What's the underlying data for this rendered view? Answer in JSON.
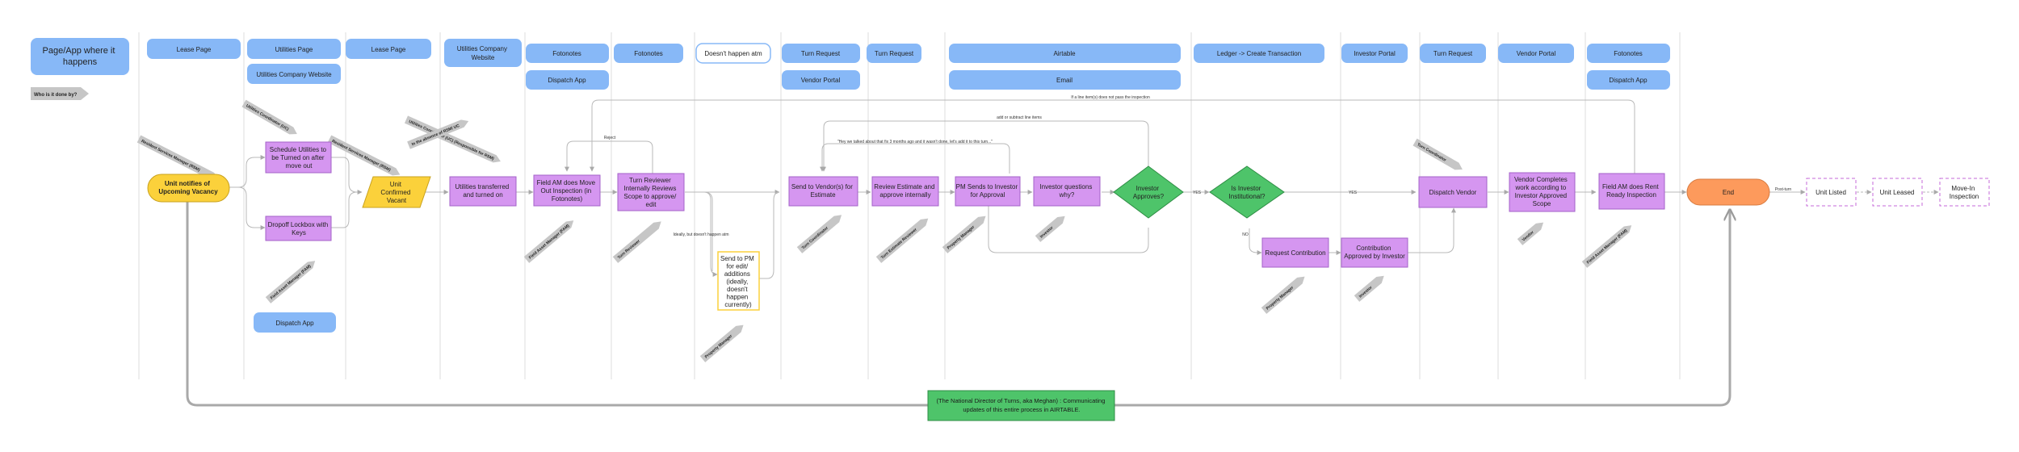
{
  "legend": {
    "header_box": [
      "Page/App where it",
      "happens"
    ],
    "tag": "Who is it done by?"
  },
  "top_boxes": {
    "lease_page_1": "Lease Page",
    "utilities_page": "Utilities Page",
    "utilities_company_website_1": "Utilities Company Website",
    "lease_page_2": "Lease Page",
    "utilities_company_website_2": [
      "Utilities Company",
      "Website"
    ],
    "fotonotes_1": "Fotonotes",
    "dispatch_app_1": "Dispatch App",
    "fotonotes_2": "Fotonotes",
    "doesnt_happen": "Doesn't happen atm",
    "turn_request_1": "Turn Request",
    "vendor_portal_1": "Vendor Portal",
    "turn_request_2": "Turn Request",
    "airtable": "Airtable",
    "email": "Email",
    "ledger": "Ledger -> Create Transaction",
    "investor_portal": "Investor Portal",
    "turn_request_3": "Turn Request",
    "vendor_portal_2": "Vendor Portal",
    "fotonotes_3": "Fotonotes",
    "dispatch_app_2": "Dispatch App",
    "dispatch_app_3": "Dispatch App"
  },
  "steps": {
    "start": [
      "Unit notifies of",
      "Upcoming Vacancy"
    ],
    "schedule_utilities": [
      "Schedule Utilities to",
      "be Turned on after",
      "move out"
    ],
    "dropoff_lockbox": [
      "Dropoff Lockbox with",
      "Keys"
    ],
    "unit_confirmed": [
      "Unit",
      "Confirmed",
      "Vacant"
    ],
    "utilities_transferred": [
      "Utilities transferred",
      "and turned on"
    ],
    "field_am_move_out": [
      "Field AM does Move",
      "Out Inspection (in",
      "Fotonotes)"
    ],
    "turn_reviewer": [
      "Turn Reviewer",
      "Internally Reviews",
      "Scope to approve/",
      "edit"
    ],
    "send_to_pm": [
      "Send to PM",
      "for edit/",
      "additions",
      "(ideally,",
      "doesn't",
      "happen",
      "currently)"
    ],
    "send_to_vendor": [
      "Send to Vendor(s) for",
      "Estimate"
    ],
    "review_estimate": [
      "Review Estimate and",
      "approve internally"
    ],
    "pm_sends_investor": [
      "PM Sends to Investor",
      "for Approval"
    ],
    "investor_questions": [
      "Investor questions",
      "why?"
    ],
    "investor_approves": [
      "Investor",
      "Approves?"
    ],
    "is_institutional": [
      "Is Investor",
      "Institutional?"
    ],
    "request_contribution": "Request Contribution",
    "contribution_approved": [
      "Contribution",
      "Approved by Investor"
    ],
    "dispatch_vendor": "Dispatch Vendor",
    "vendor_completes": [
      "Vendor Completes",
      "work according to",
      "Investor Approved",
      "Scope"
    ],
    "field_am_rent_ready": [
      "Field AM does Rent",
      "Ready Inspection"
    ],
    "end": "End",
    "unit_listed": "Unit Listed",
    "unit_leased": "Unit Leased",
    "move_in_inspection": [
      "Move-In",
      "Inspection"
    ]
  },
  "edge_labels": {
    "reject": "Reject",
    "add_subtract": "add or subtract line items",
    "fail_inspection": "If a line item(s) does not pass the inspection",
    "quote": "\"Hey we talked about that fix 3 months ago and it wasn't done, let's add it to this turn...\"",
    "ideally": "Ideally, but doesn't happen atm",
    "yes_1": "YES",
    "yes_2": "YES",
    "no": "NO",
    "post_turn": "Post-turn"
  },
  "roles": {
    "resident_services_1": "Resident Services Manager (RSM)",
    "utilities_coordinator_1": "Utilities Coordinator (UC)",
    "resident_services_2": "Resident Services Manager (RSM)",
    "utilities_coordinator_2": "Utilities Coordinator (UC) (Responsible for RSM)",
    "in_absence": "In the absence of RSM/ UC",
    "field_asset_manager_1": "Field Asset Manager (FAM)",
    "field_asset_manager_2": "Field Asset Manager (FAM)",
    "turn_reviewer": "Turn Reviewer",
    "property_manager_1": "Property Manager",
    "turn_coordinator_1": "Turn Coordinator",
    "turn_estimate_reviewer": "Turn Estimate Reviewer",
    "property_manager_2": "Property Manager",
    "investor_1": "Investor",
    "property_manager_3": "Property Manager",
    "investor_2": "Investor",
    "turn_coordinator_2": "Turn Coordinator",
    "vendor": "Vendor",
    "field_asset_manager_3": "Field Asset Manager (FAM)"
  },
  "footer_note": [
    "(The National Director of Turns, aka Meghan) : Communicating",
    "updates of this entire process in AIRTABLE."
  ],
  "colors": {
    "blue_box": "#87b8f7",
    "purple_box": "#d596f0",
    "purple_stroke": "#a463c9",
    "yellow": "#fbd13b",
    "green": "#4ec46a",
    "orange": "#fd9a5c",
    "gray_tag": "#c6c6c6",
    "line": "#b9b9b9"
  }
}
